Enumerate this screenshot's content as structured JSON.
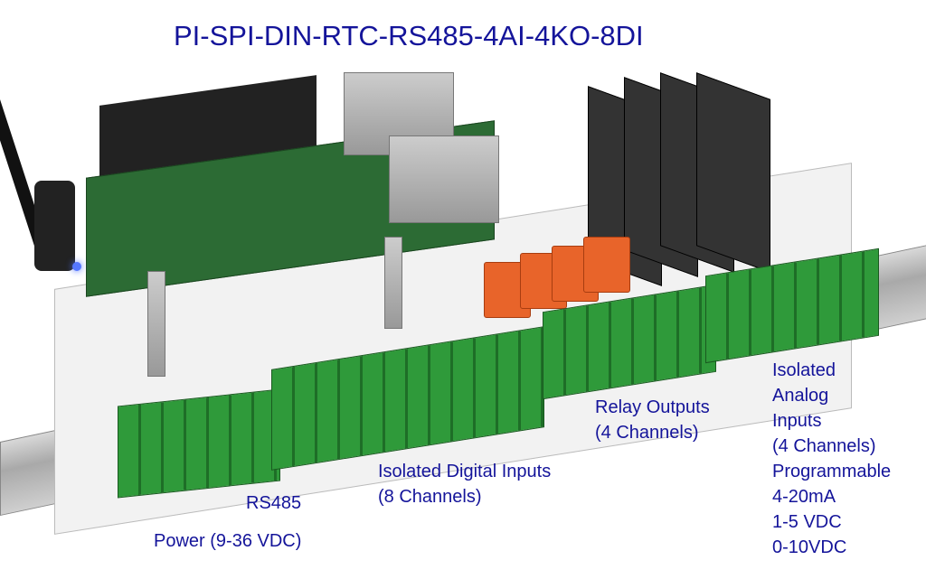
{
  "title": "PI-SPI-DIN-RTC-RS485-4AI-4KO-8DI",
  "labels": {
    "rs485": "RS485",
    "power": "Power (9-36 VDC)",
    "digital_line1": "Isolated Digital Inputs",
    "digital_line2": "(8 Channels)",
    "relay_line1": "Relay Outputs",
    "relay_line2": "(4 Channels)",
    "analog": [
      "Isolated",
      "Analog",
      "Inputs",
      "(4 Channels)",
      "Programmable",
      "4-20mA",
      "1-5 VDC",
      "0-10VDC"
    ]
  },
  "colors": {
    "text": "#14149a",
    "terminal": "#2f9a3a",
    "relay": "#e8642a",
    "pcb": "#2c6b34"
  }
}
